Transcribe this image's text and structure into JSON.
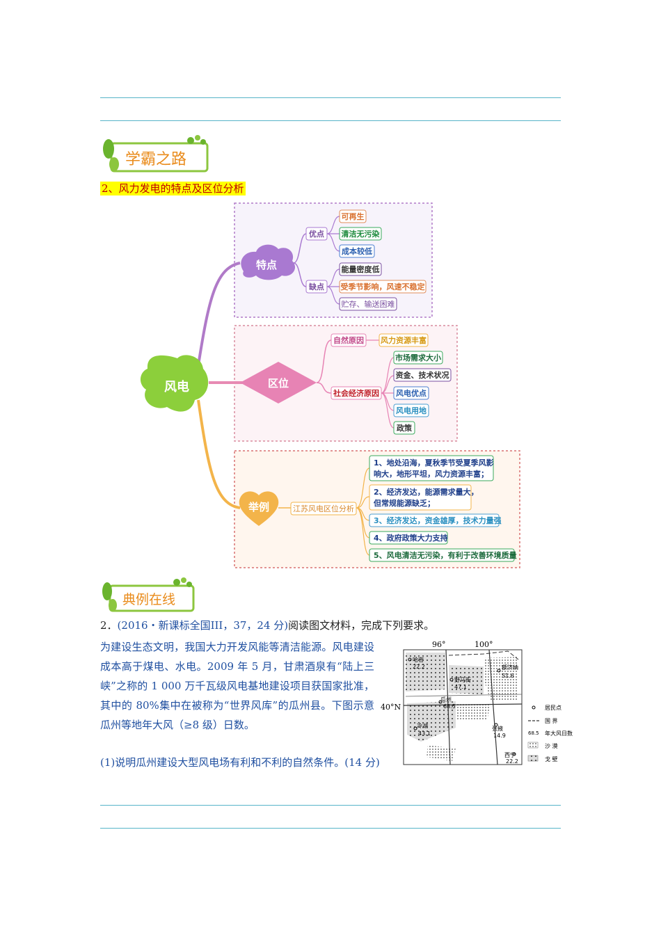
{
  "banners": {
    "first": "学霸之路",
    "second": "典例在线"
  },
  "section_title": "2、风力发电的特点及区位分析",
  "mindmap": {
    "root": "风电",
    "branches": {
      "features": {
        "label": "特点",
        "pros": {
          "label": "优点",
          "items": [
            "可再生",
            "清洁无污染",
            "成本较低"
          ]
        },
        "cons": {
          "label": "缺点",
          "items": [
            "能量密度低",
            "受季节影响，风速不稳定",
            "贮存、输送困难"
          ]
        }
      },
      "location": {
        "label": "区位",
        "natural": {
          "label": "自然原因",
          "items": [
            "风力资源丰富"
          ]
        },
        "socio": {
          "label": "社会经济原因",
          "items": [
            "市场需求大小",
            "资金、技术状况",
            "风电优点",
            "风电用地",
            "政策"
          ]
        }
      },
      "example": {
        "label": "举例",
        "case": {
          "label": "江苏风电区位分析",
          "items": [
            [
              "1、地处沿海，夏秋季节受夏季风影",
              "响大，地形平坦，风力资源丰富；"
            ],
            [
              "2、经济发达，能源需求量大，",
              "但常规能源缺乏；"
            ],
            [
              "3、经济发达，资金雄厚，技术力量强"
            ],
            [
              "4、政府政策大力支持"
            ],
            [
              "5、风电清洁无污染，有利于改善环境质量"
            ]
          ]
        }
      }
    }
  },
  "question": {
    "number": "2．",
    "source": "(2016・新课标全国III，37，24 分)",
    "instruction": "阅读图文材料，完成下列要求。",
    "body": "为建设生态文明，我国大力开发风能等清洁能源。风电建设成本高于煤电、水电。2009 年 5 月，甘肃酒泉有“陆上三峡”之称的 1 000 万千瓦级风电基地建设项目获国家批准，其中的 80%集中在被称为“世界风库”的瓜州县。下图示意瓜州等地年大风（≥8 级）日数。",
    "sub1": "(1)说明瓜州建设大型风电场有利和不利的自然条件。(14 分)"
  },
  "map": {
    "lon_labels": [
      "96°",
      "100°"
    ],
    "lat_label": "40°N",
    "places": [
      {
        "name": "哈密",
        "value": "22.2"
      },
      {
        "name": "额济纳",
        "value": "51.6"
      },
      {
        "name": "野马街",
        "value": "47.1"
      },
      {
        "name": "瓜州",
        "value": "68.5"
      },
      {
        "name": "冷湖",
        "value": "43.1"
      },
      {
        "name": "张掖",
        "value": "14.9"
      },
      {
        "name": "西宁",
        "value": "22.2"
      }
    ],
    "legend": [
      "居民点",
      "国 界",
      "年大风日数",
      "沙 漠",
      "戈 壁"
    ],
    "legend_sample": "68.5"
  }
}
